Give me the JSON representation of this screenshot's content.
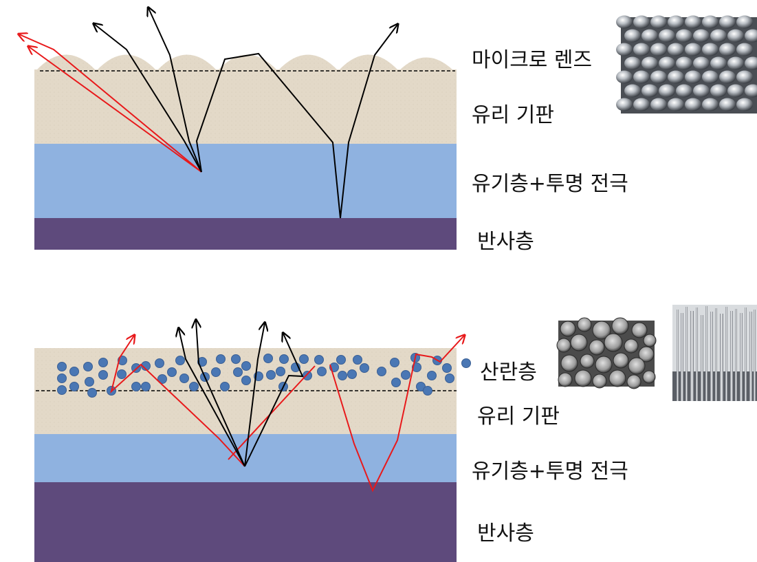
{
  "top_diagram": {
    "labels": {
      "microlens": "마이크로 렌즈",
      "glass": "유리 기판",
      "organic": "유기층+투명 전극",
      "reflective": "반사층"
    },
    "photo_icon": "microlens-array-photo"
  },
  "bottom_diagram": {
    "labels": {
      "scattering": "산란층",
      "glass": "유리 기판",
      "organic": "유기층+투명 전극",
      "reflective": "반사층"
    },
    "photo_icons": [
      "sem-particles-photo",
      "nanowire-forest-photo"
    ]
  },
  "colors": {
    "glass": "#e3d9c8",
    "organic": "#8fb2e0",
    "reflective": "#5e4a7c",
    "ray_escaping": "#000000",
    "ray_trapped": "#e8191b",
    "particle": "#4a77b4"
  }
}
